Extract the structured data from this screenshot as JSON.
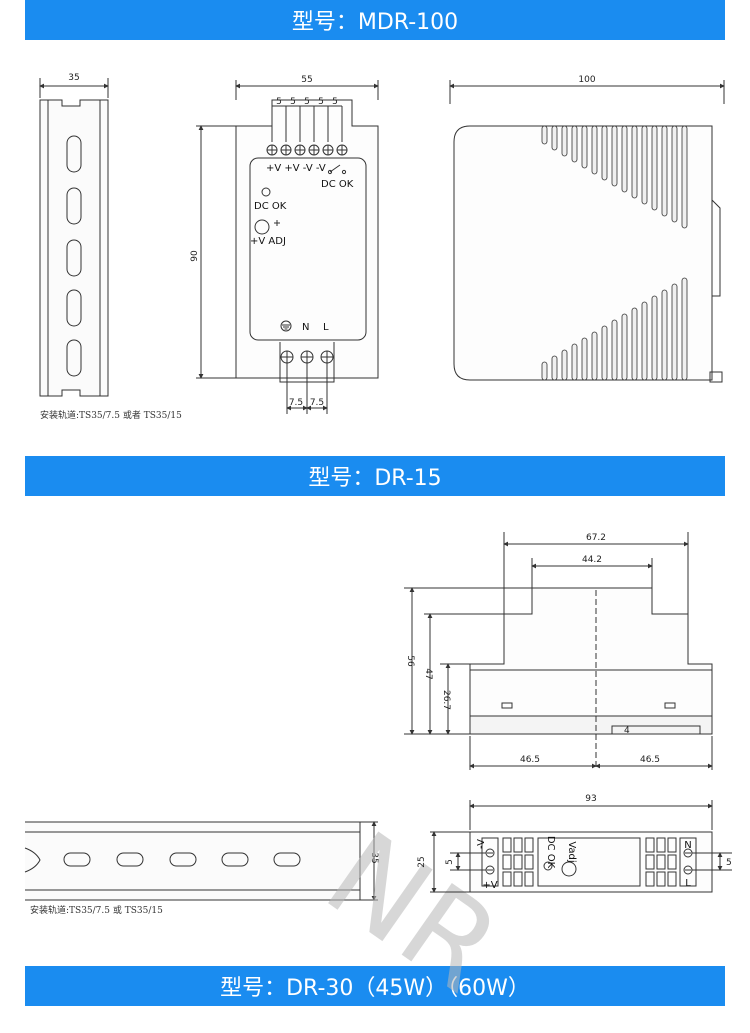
{
  "banners": {
    "mdr100": "型号：MDR-100",
    "dr15": "型号：DR-15",
    "dr30": "型号：DR-30（45W）（60W）"
  },
  "mdr100": {
    "rail_width": "35",
    "front_width": "55",
    "side_width": "100",
    "height": "90",
    "terminal_pitch": [
      "5",
      "5",
      "5",
      "5",
      "5"
    ],
    "bottom_pitch": [
      "7.5",
      "7.5"
    ],
    "terminal_labels": "+V +V -V -V",
    "dc_ok_top": "DC OK",
    "dc_ok_led": "DC OK",
    "v_adj": "+V ADJ",
    "n_label": "N",
    "l_label": "L",
    "rail_note": "安装轨道:TS35/7.5 或者 TS35/15"
  },
  "dr15": {
    "outer_width": "67.2",
    "inner_width": "44.2",
    "height_total": "56",
    "height_mid": "47",
    "height_low": "26.7",
    "rail_depth": "4",
    "half_left": "46.5",
    "half_right": "46.5",
    "depth": "93",
    "rail_height": "35",
    "body_height": "25",
    "pitch_left": "5",
    "pitch_right": "5",
    "neg_v": "-V",
    "pos_v": "+V",
    "dc_ok": "DC OK",
    "v_adj": "Vadj",
    "n_label": "N",
    "l_label": "L",
    "rail_note": "安装轨道:TS35/7.5 或 TS35/15",
    "watermark": "NR"
  }
}
